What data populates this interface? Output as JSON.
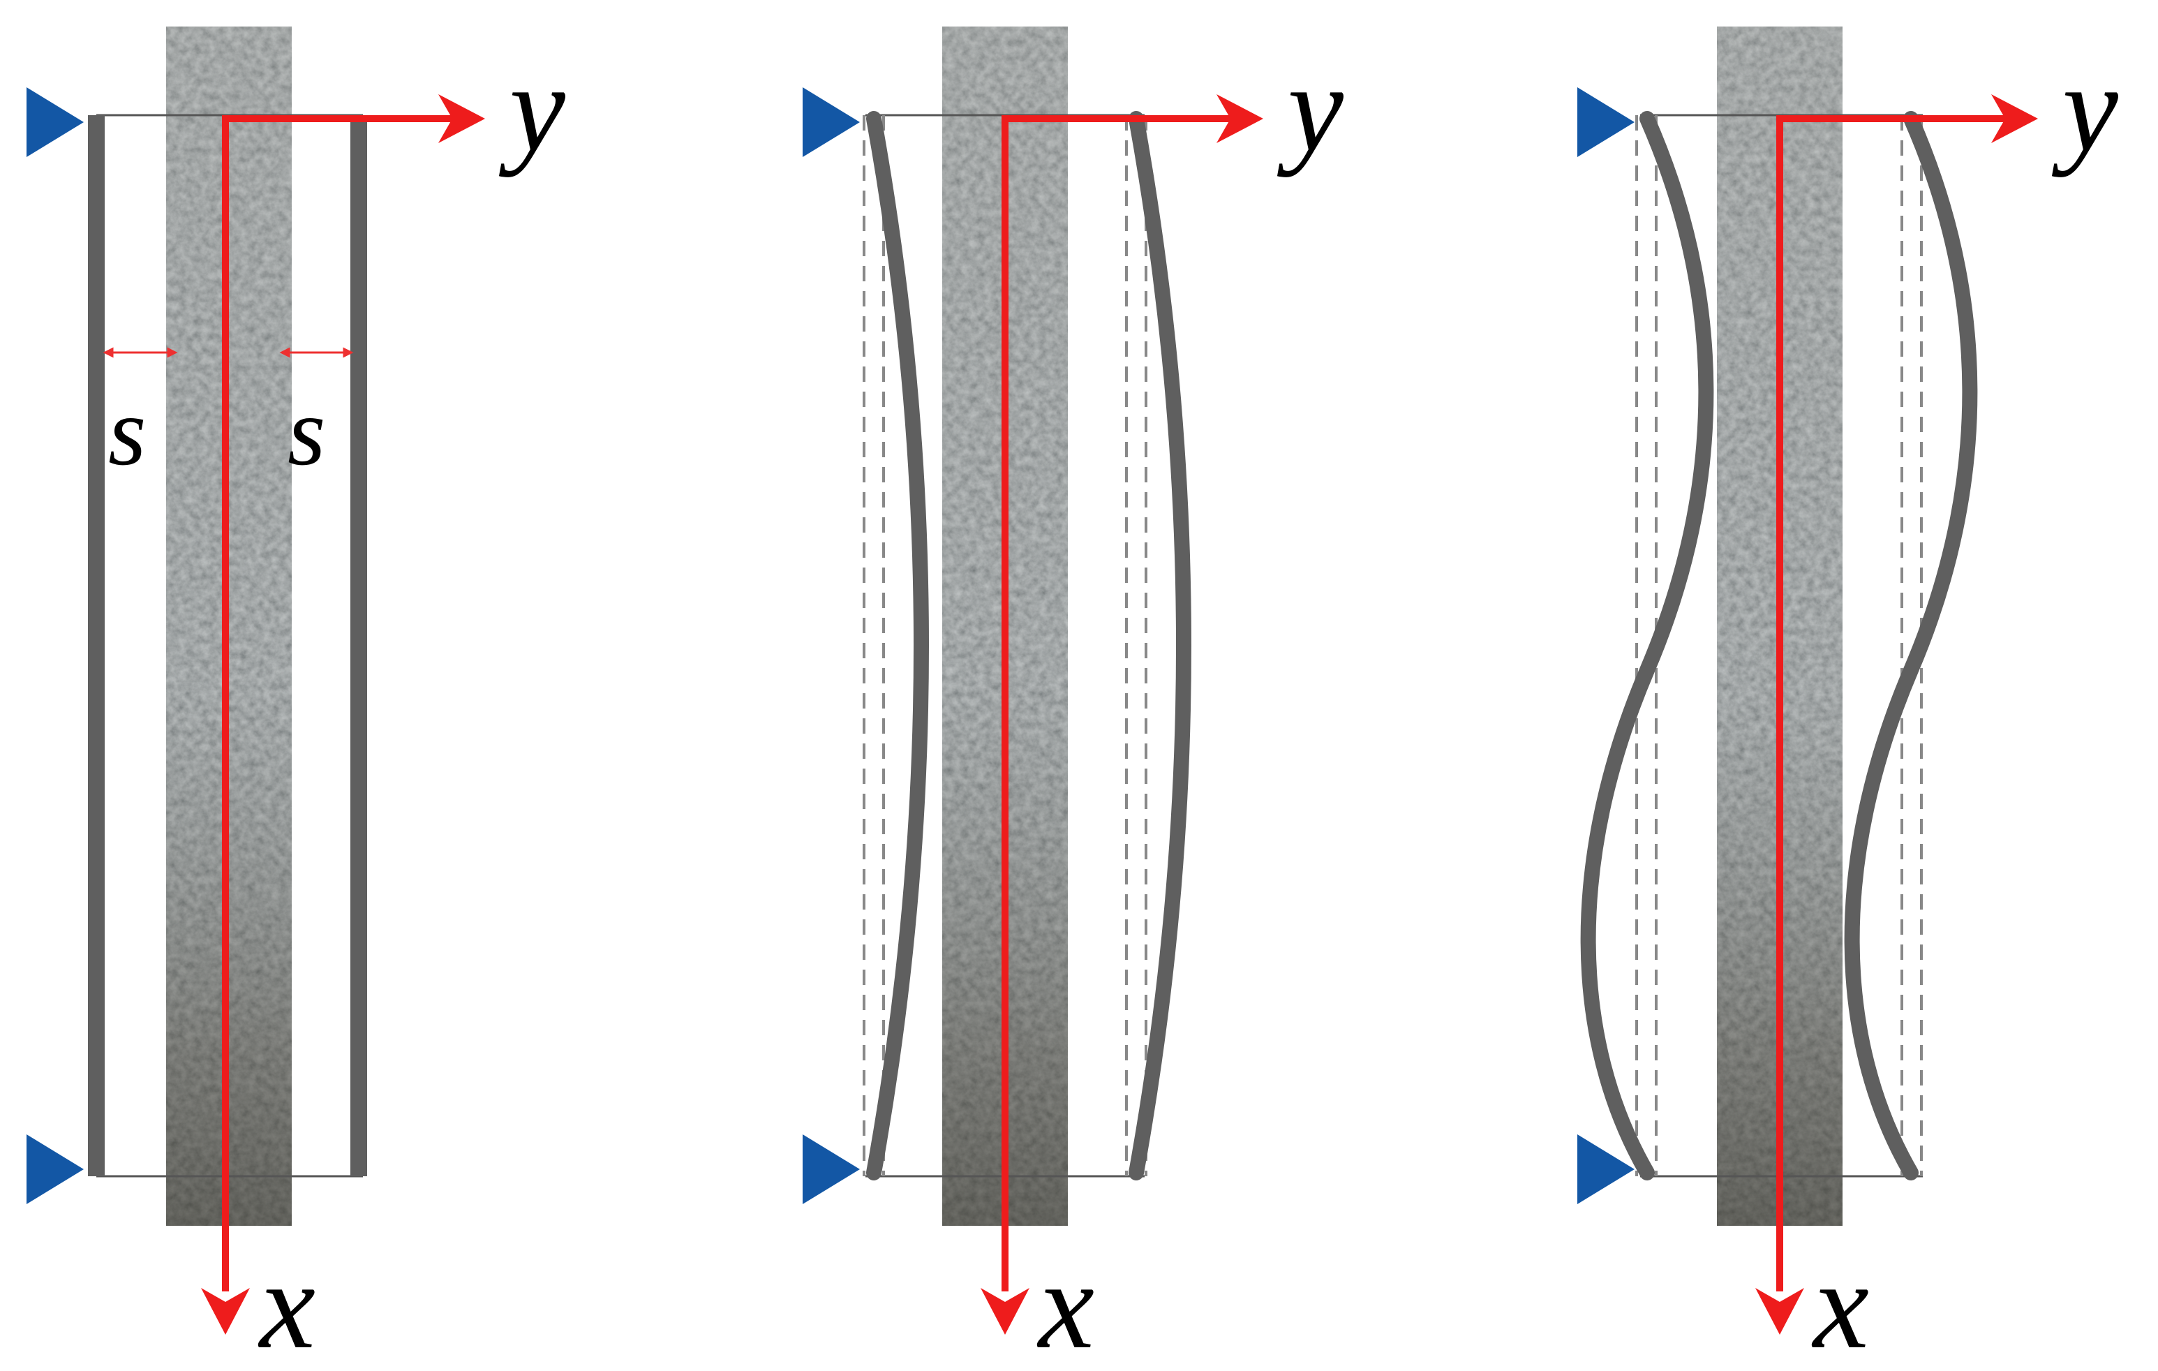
{
  "diagram": {
    "panels": [
      {
        "id": "panel-1",
        "mode": "straight",
        "labels": {
          "x_axis": "x",
          "y_axis": "y",
          "gap_left": "s",
          "gap_right": "s"
        }
      },
      {
        "id": "panel-2",
        "mode": "single-curvature",
        "labels": {
          "x_axis": "x",
          "y_axis": "y"
        }
      },
      {
        "id": "panel-3",
        "mode": "double-curvature",
        "labels": {
          "x_axis": "x",
          "y_axis": "y"
        }
      }
    ],
    "colors": {
      "axis": "#ee1c1c",
      "support": "#1357a5",
      "bar": "#5f5f5f",
      "dashed": "#888888",
      "frame": "#555555",
      "gap_arrow": "#ee3030",
      "core_base": "#7b817f"
    }
  }
}
